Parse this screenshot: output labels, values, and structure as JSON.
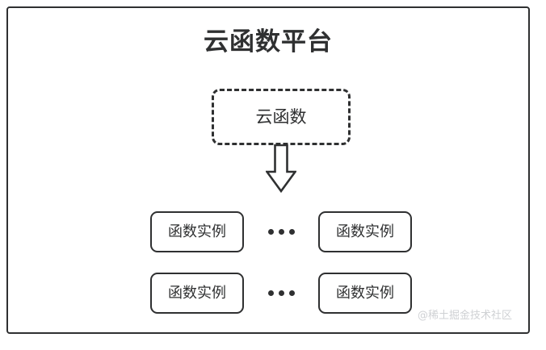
{
  "diagram": {
    "type": "block-diagram",
    "platform": {
      "title": "云函数平台",
      "border_color": "#2f3031",
      "background": "#ffffff"
    },
    "cloud_function": {
      "label": "云函数",
      "border_style": "dashed",
      "border_color": "#2f3031"
    },
    "arrow": {
      "name": "down-arrow",
      "direction": "down",
      "style": "hollow-outline",
      "color": "#2f3031"
    },
    "instance_rows": [
      {
        "left": {
          "label": "函数实例"
        },
        "separator": "•••",
        "right": {
          "label": "函数实例"
        }
      },
      {
        "left": {
          "label": "函数实例"
        },
        "separator": "•••",
        "right": {
          "label": "函数实例"
        }
      }
    ],
    "watermark": {
      "text": "@稀土掘金技术社区",
      "color": "#cfd1d4"
    }
  }
}
